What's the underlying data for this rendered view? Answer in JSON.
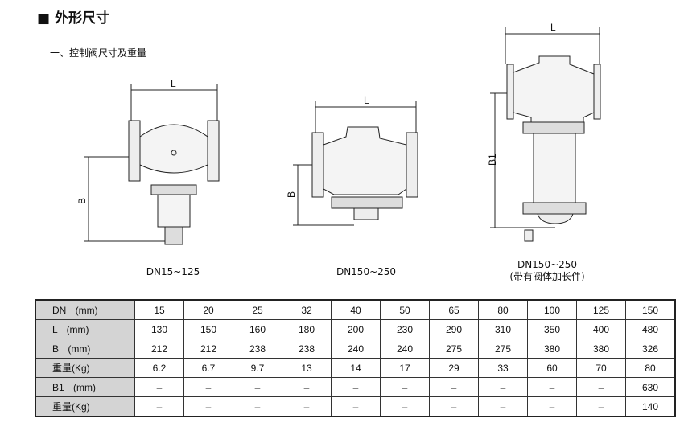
{
  "section_title": "■ 外形尺寸",
  "subtitle": "一、控制阀尺寸及重量",
  "drawings": [
    {
      "caption": "DN15~125",
      "dim_labels": [
        "L",
        "B"
      ]
    },
    {
      "caption": "DN150~250",
      "dim_labels": [
        "L",
        "B"
      ]
    },
    {
      "caption": "DN150~250",
      "caption2": "(带有阀体加长件)",
      "dim_labels": [
        "L",
        "B1"
      ]
    }
  ],
  "table": {
    "rows": [
      {
        "label": "DN (mm)",
        "values": [
          "15",
          "20",
          "25",
          "32",
          "40",
          "50",
          "65",
          "80",
          "100",
          "125",
          "150"
        ]
      },
      {
        "label": "L (mm)",
        "values": [
          "130",
          "150",
          "160",
          "180",
          "200",
          "230",
          "290",
          "310",
          "350",
          "400",
          "480"
        ]
      },
      {
        "label": "B (mm)",
        "values": [
          "212",
          "212",
          "238",
          "238",
          "240",
          "240",
          "275",
          "275",
          "380",
          "380",
          "326"
        ]
      },
      {
        "label": "重量(Kg)",
        "values": [
          "6.2",
          "6.7",
          "9.7",
          "13",
          "14",
          "17",
          "29",
          "33",
          "60",
          "70",
          "80"
        ]
      },
      {
        "label": "B1 (mm)",
        "values": [
          "–",
          "–",
          "–",
          "–",
          "–",
          "–",
          "–",
          "–",
          "–",
          "–",
          "630"
        ]
      },
      {
        "label": "重量(Kg)",
        "values": [
          "–",
          "–",
          "–",
          "–",
          "–",
          "–",
          "–",
          "–",
          "–",
          "–",
          "140"
        ]
      }
    ]
  }
}
